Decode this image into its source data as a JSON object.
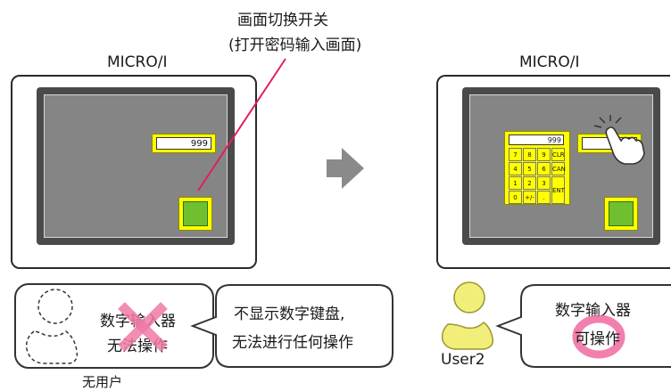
{
  "callout_top": {
    "line1": "画面切换开关",
    "line2": "(打开密码输入画面)"
  },
  "left_panel": {
    "device_title": "MICRO/I",
    "numeric_display_value": "999",
    "bubble": {
      "line1": "数字输入器",
      "line2": "无法操作"
    },
    "speech_bubble": {
      "line1": "不显示数字键盘,",
      "line2": "无法进行任何操作"
    },
    "user_label": "无用户"
  },
  "right_panel": {
    "device_title": "MICRO/I",
    "numeric_display_value": "999",
    "keypad": {
      "display_value": "999",
      "keys": [
        "7",
        "8",
        "9",
        "CLR",
        "4",
        "5",
        "6",
        "CAN",
        "1",
        "2",
        "3",
        "ENT",
        "0",
        "+/-",
        "."
      ]
    },
    "user_label": "User2",
    "speech_bubble": {
      "line1": "数字输入器",
      "line2": "可操作"
    }
  },
  "colors": {
    "panel_yellow": "#ffff00",
    "button_green": "#6fbf2f",
    "screen_gray": "#858585",
    "bezel_dark": "#4a4a4a",
    "callout_red": "#e0205a",
    "cross_pink": "#f07aa8",
    "circle_pink": "#ef6aa0",
    "user_yellow": "#f2ee7a",
    "arrow_gray": "#8a8a8a"
  },
  "icons": [
    "transition-arrow-icon",
    "dashed-user-icon",
    "user2-icon",
    "cross-mark-icon",
    "circle-mark-icon",
    "tap-hand-icon"
  ]
}
